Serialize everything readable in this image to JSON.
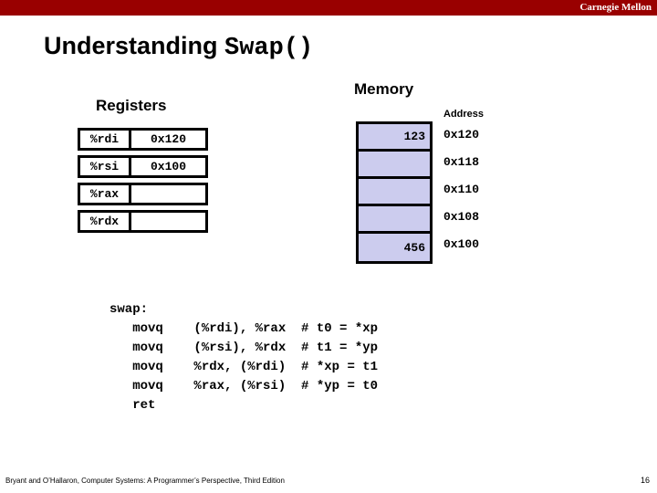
{
  "banner": {
    "institution": "Carnegie Mellon",
    "color": "#990000"
  },
  "title": {
    "prefix": "Understanding ",
    "code": "Swap()"
  },
  "registers": {
    "heading": "Registers",
    "rows": [
      {
        "name": "%rdi",
        "value": "0x120"
      },
      {
        "name": "%rsi",
        "value": "0x100"
      },
      {
        "name": "%rax",
        "value": ""
      },
      {
        "name": "%rdx",
        "value": ""
      }
    ]
  },
  "memory": {
    "heading": "Memory",
    "address_header": "Address",
    "cell_color": "#ccccee",
    "rows": [
      {
        "value": "123",
        "address": "0x120"
      },
      {
        "value": "",
        "address": "0x118"
      },
      {
        "value": "",
        "address": "0x110"
      },
      {
        "value": "",
        "address": "0x108"
      },
      {
        "value": "456",
        "address": "0x100"
      }
    ]
  },
  "code": {
    "listing": "swap:\n   movq    (%rdi), %rax  # t0 = *xp\n   movq    (%rsi), %rdx  # t1 = *yp\n   movq    %rdx, (%rdi)  # *xp = t1\n   movq    %rax, (%rsi)  # *yp = t0\n   ret"
  },
  "footer": {
    "attribution": "Bryant and O’Hallaron, Computer Systems: A Programmer’s Perspective, Third Edition",
    "page_number": "16"
  }
}
